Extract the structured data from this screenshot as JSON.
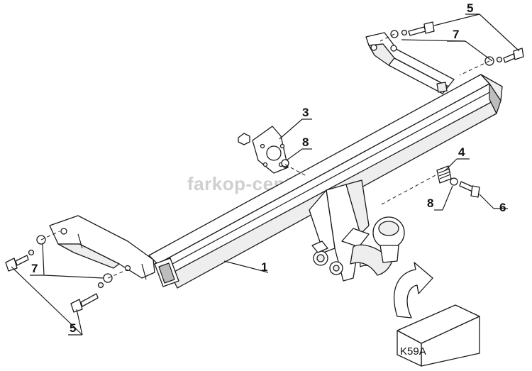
{
  "watermark": "farkop-center.ru",
  "model_code": "K59A",
  "callouts": {
    "main_bar": "1",
    "socket_bracket": "3",
    "spring_washer_right": "4",
    "bolts_top": "5",
    "bolts_bottom": "5",
    "bolt_right": "6",
    "washers_top": "7",
    "washers_bottom": "7",
    "washer_bracket": "8",
    "washer_right": "8"
  }
}
